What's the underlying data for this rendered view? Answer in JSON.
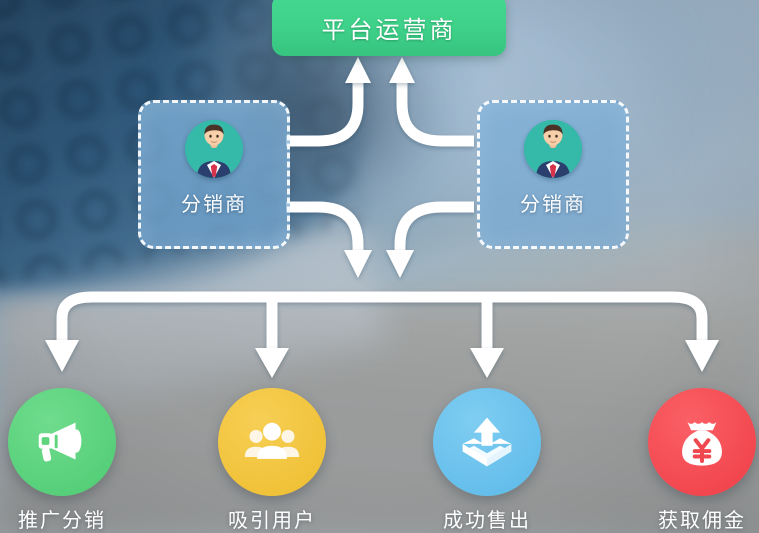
{
  "diagram": {
    "title_node": {
      "label": "平台运营商",
      "color": "#3ed189",
      "name": "platform-operator-node"
    },
    "distributors": [
      {
        "label": "分销商",
        "icon": "businessman-avatar-icon",
        "color": "#7eb0d8"
      },
      {
        "label": "分销商",
        "icon": "businessman-avatar-icon",
        "color": "#7eb0d8"
      }
    ],
    "steps": [
      {
        "label": "推广分销",
        "icon": "megaphone-icon",
        "color": "#5ed47d"
      },
      {
        "label": "吸引用户",
        "icon": "users-group-icon",
        "color": "#f0c33c"
      },
      {
        "label": "成功售出",
        "icon": "upload-box-icon",
        "color": "#66c2ee"
      },
      {
        "label": "获取佣金",
        "icon": "money-bag-yen-icon",
        "color": "#f0484f"
      }
    ],
    "connectors": {
      "up_to_platform": 2,
      "down_from_distributors": 2,
      "bus_branches": 4,
      "color": "#ffffff"
    }
  }
}
